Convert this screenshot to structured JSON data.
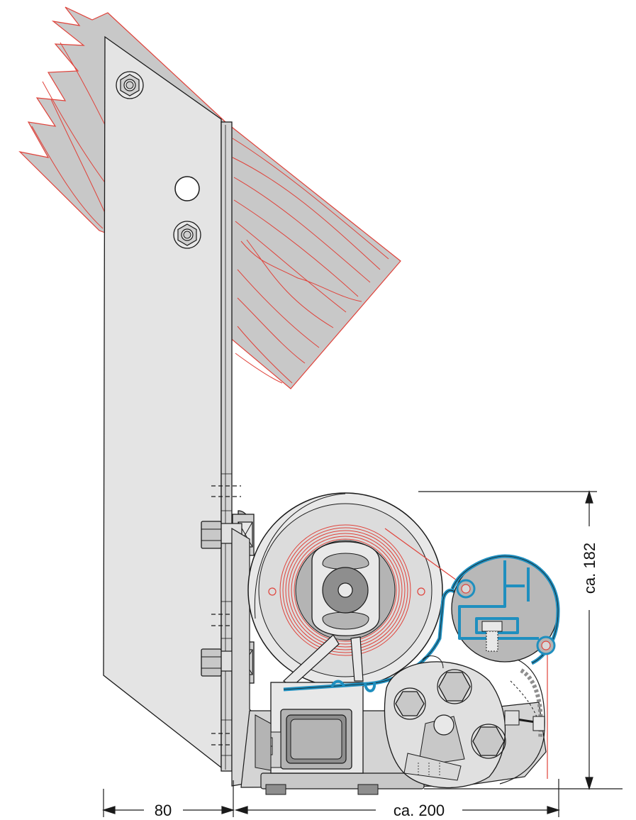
{
  "dimensions": {
    "left_width": "80",
    "bottom_width": "ca. 200",
    "height": "ca. 182"
  },
  "colors": {
    "wood_fill": "#c8c8c8",
    "wood_grain": "#e0423a",
    "bracket_fill": "#e4e4e4",
    "profile_blue": "#1f8fbf",
    "line": "#1a1a1a",
    "fabric": "#e0423a",
    "dark_grey": "#8e8e8e",
    "mid_grey": "#b4b4b4",
    "light_grey": "#d8d8d8"
  }
}
